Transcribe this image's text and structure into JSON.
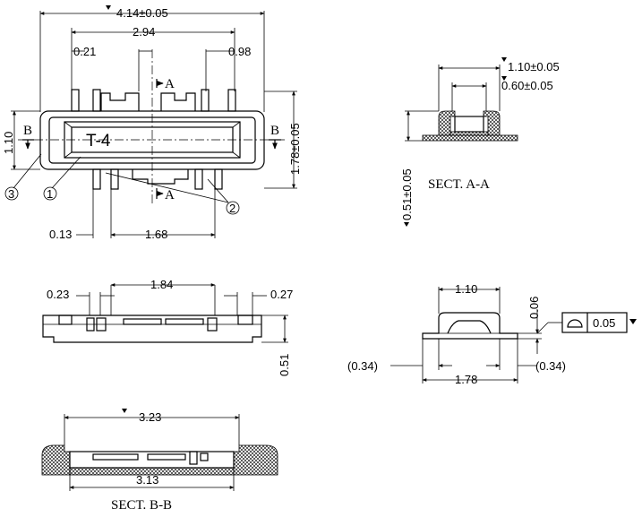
{
  "top_view": {
    "dim_overall_width": "4.14±0.05",
    "dim_inner_width": "2.94",
    "dim_left_offset": "0.21",
    "dim_right_offset": "0.98",
    "dim_height_left": "1.10",
    "dim_height_right": "1.78±0.05",
    "dim_bottom_left": "0.13",
    "dim_bottom_center": "1.68",
    "section_a_top": "A",
    "section_a_bottom": "A",
    "section_b_left": "B",
    "section_b_right": "B",
    "part_marking": "T-4",
    "callout_1": "1",
    "callout_2": "2",
    "callout_3": "3"
  },
  "side_view": {
    "dim_top_center": "1.84",
    "dim_top_left": "0.23",
    "dim_top_right": "0.27",
    "dim_height": "0.51"
  },
  "sect_bb": {
    "dim_top": "3.23",
    "dim_bottom": "3.13",
    "title": "SECT. B-B"
  },
  "sect_aa": {
    "dim_outer": "1.10±0.05",
    "dim_inner": "0.60±0.05",
    "dim_height": "0.51±0.05",
    "title": "SECT. A-A"
  },
  "end_view": {
    "dim_top": "1.10",
    "dim_flat": "0.06",
    "tolerance_value": "0.05",
    "dim_left": "(0.34)",
    "dim_right": "(0.34)",
    "dim_bottom": "1.78"
  }
}
